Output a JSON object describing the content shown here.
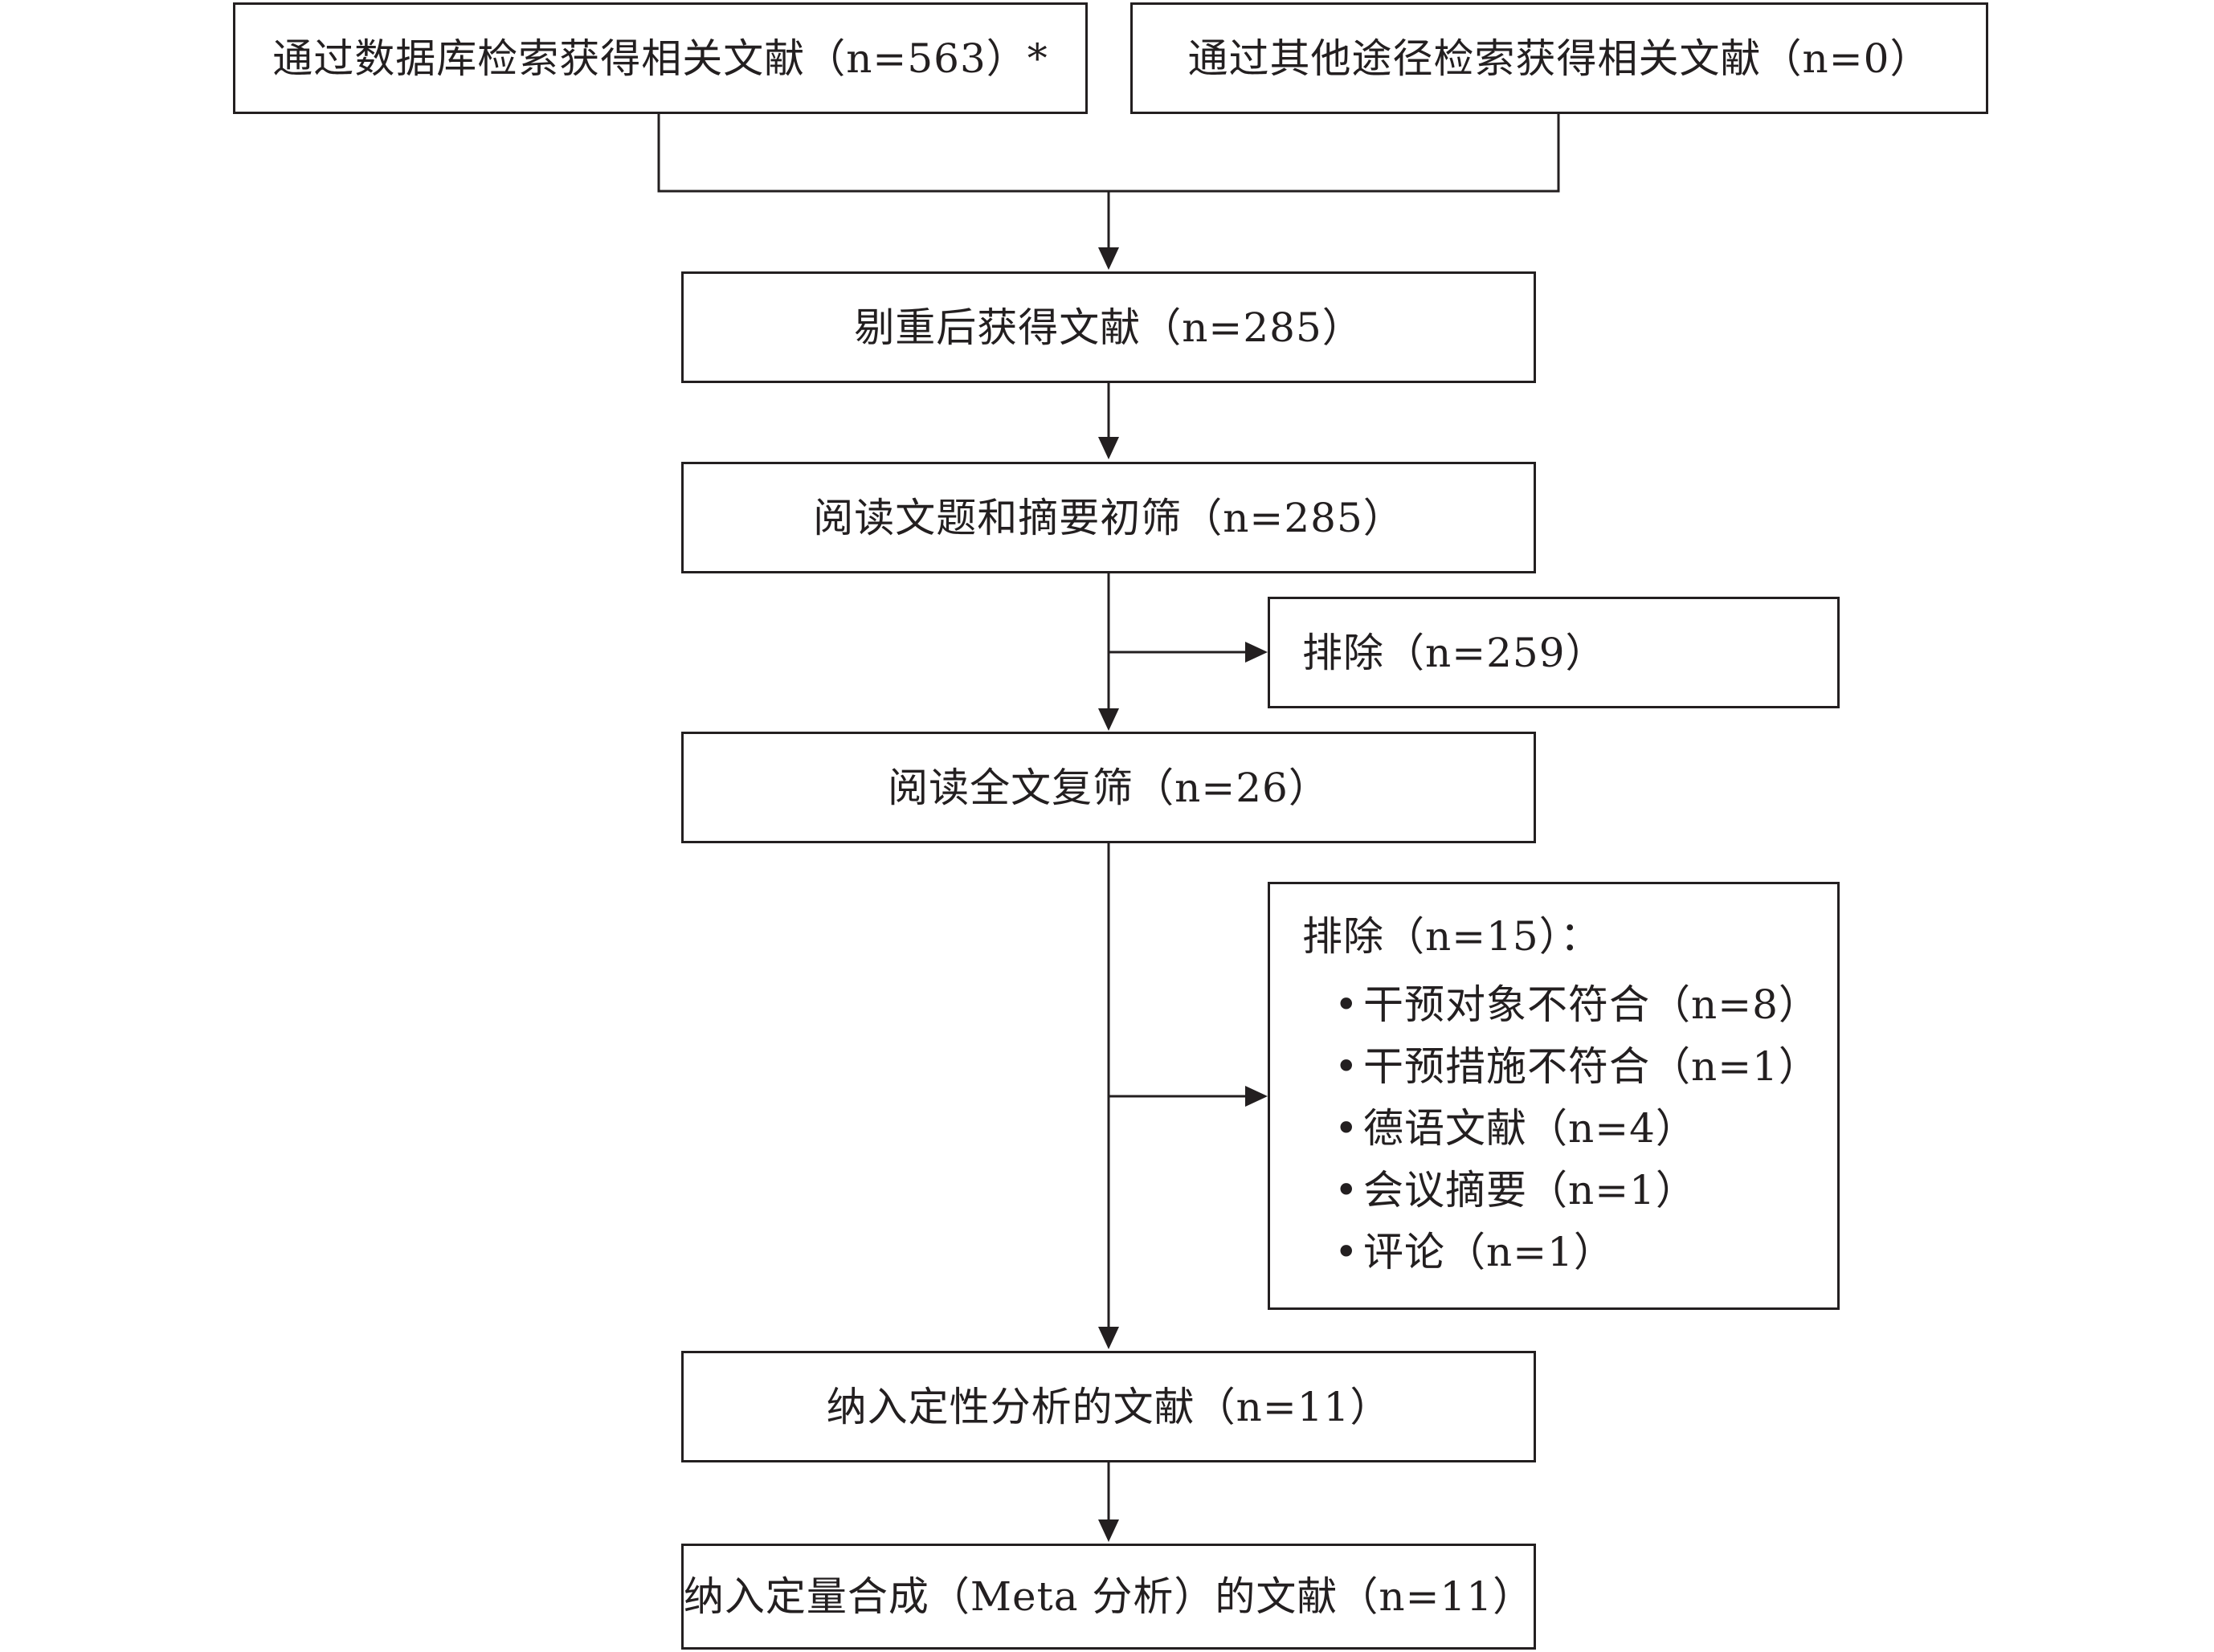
{
  "diagram": {
    "sources": [
      {
        "label": "通过数据库检索获得相关文献（n=563）*"
      },
      {
        "label": "通过其他途径检索获得相关文献（n=0）"
      }
    ],
    "dedup": {
      "label": "剔重后获得文献（n=285）"
    },
    "screen_title": {
      "label": "阅读文题和摘要初筛（n=285）"
    },
    "exclude_1": {
      "label": "排除（n=259）"
    },
    "fulltext": {
      "label": "阅读全文复筛（n=26）"
    },
    "exclude_2": {
      "label": "排除（n=15）：",
      "bullet": "•",
      "items": [
        "干预对象不符合（n=8）",
        "干预措施不符合（n=1）",
        "德语文献（n=4）",
        "会议摘要（n=1）",
        "评论（n=1）"
      ]
    },
    "qualitative": {
      "label": "纳入定性分析的文献（n=11）"
    },
    "quantitative": {
      "label": "纳入定量合成（Meta 分析）的文献（n=11）"
    }
  }
}
